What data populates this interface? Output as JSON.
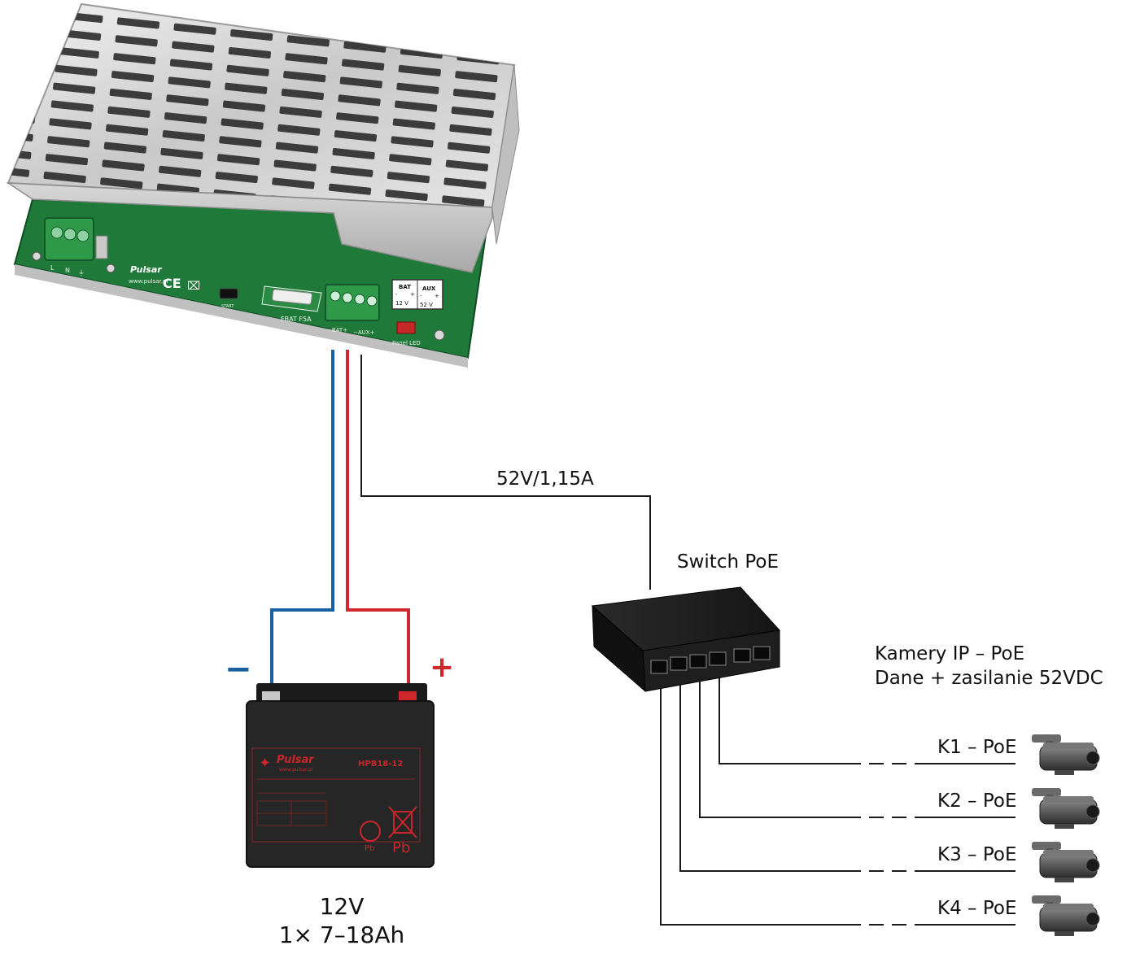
{
  "psu": {
    "brand": "Pulsar",
    "website": "www.pulsar.pl",
    "terminals_mains": [
      "L",
      "N",
      "⏚"
    ],
    "button_label": "START",
    "fuse_label": "FBAT F5A",
    "terminal_labels": [
      "−BAT+",
      "−AUX+"
    ],
    "indicator_bat": [
      "BAT",
      "-",
      "+",
      "12 V"
    ],
    "indicator_aux": [
      "AUX",
      "-",
      "+",
      "52 V"
    ],
    "panel_led_label": "Panel LED"
  },
  "power_line_label": "52V/1,15A",
  "switch_label": "Switch PoE",
  "cameras_heading": [
    "Kamery IP – PoE",
    "Dane + zasilanie 52VDC"
  ],
  "cameras": [
    {
      "label": "K1 – PoE"
    },
    {
      "label": "K2 – PoE"
    },
    {
      "label": "K3 – PoE"
    },
    {
      "label": "K4 – PoE"
    }
  ],
  "battery": {
    "brand": "Pulsar",
    "website": "www.pulsar.pl",
    "model": "HPB18-12",
    "caption_voltage": "12V",
    "caption_capacity": "1× 7–18Ah",
    "recycle_label": "Pb",
    "bin_label": "Pb"
  },
  "polarity": {
    "negative": "−",
    "positive": "+"
  },
  "colors": {
    "wire_negative": "#1a5fa0",
    "wire_positive": "#d0272c",
    "wire_signal": "#1a1a1a",
    "pcb_green": "#1f7a3a",
    "battery_body": "#262626",
    "battery_text": "#c8262b",
    "switch_body": "#1e1e1e"
  }
}
